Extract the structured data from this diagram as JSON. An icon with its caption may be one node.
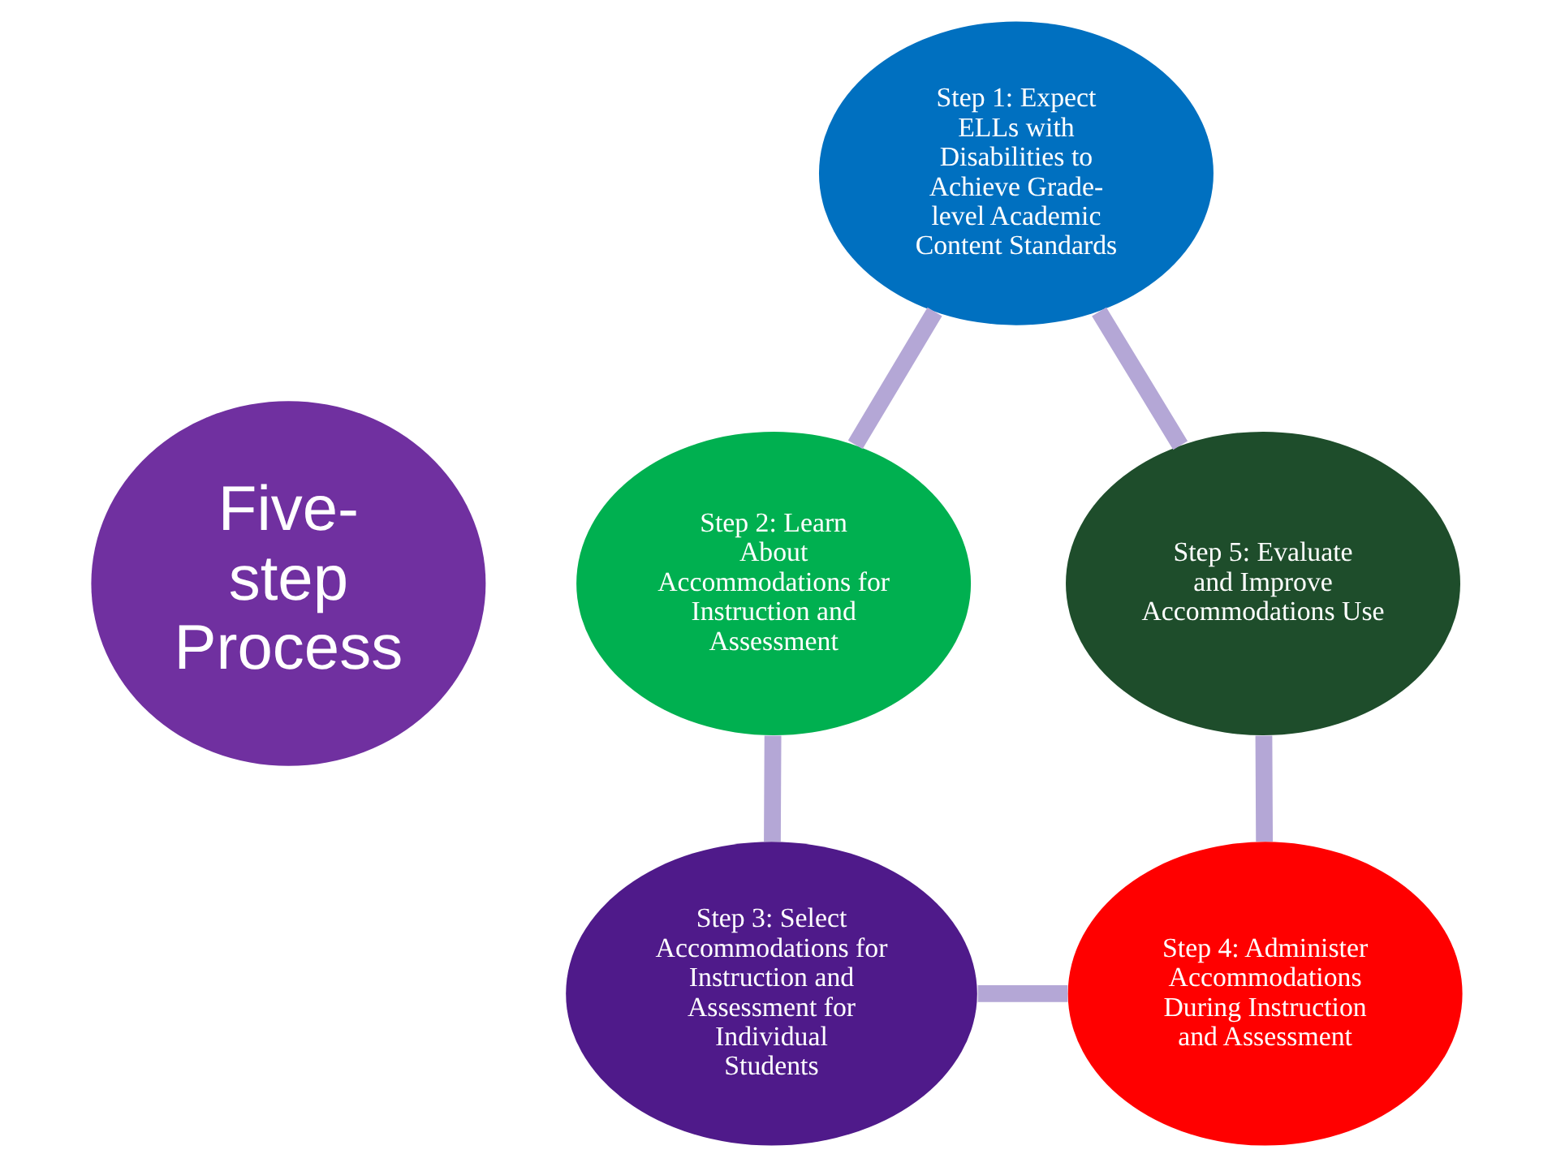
{
  "diagram": {
    "nodes": [
      {
        "text": [
          "Five-step Process"
        ]
      },
      {
        "text": [
          "Step 1: Expect ELLs with Disabilities to Achieve Grade-level Academic Content Standards"
        ]
      },
      {
        "text": [
          "Step 2: Learn About Accommodations for Instruction and Assessment"
        ]
      },
      {
        "text": [
          "Step 3: Select Accommodations for Instruction and Assessment for Individual Students"
        ]
      },
      {
        "text": [
          "Step 4: Administer Accommodations During Instruction and Assessment"
        ]
      },
      {
        "text": [
          "Step 5: Evaluate and Improve Accommodations Use"
        ]
      }
    ],
    "edges": [
      {
        "from": 1,
        "to": 2,
        "arrow": "none"
      },
      {
        "from": 2,
        "to": 3,
        "arrow": "none"
      },
      {
        "from": 3,
        "to": 4,
        "arrow": "none"
      },
      {
        "from": 4,
        "to": 5,
        "arrow": "none"
      },
      {
        "from": 5,
        "to": 1,
        "arrow": "none"
      }
    ]
  }
}
